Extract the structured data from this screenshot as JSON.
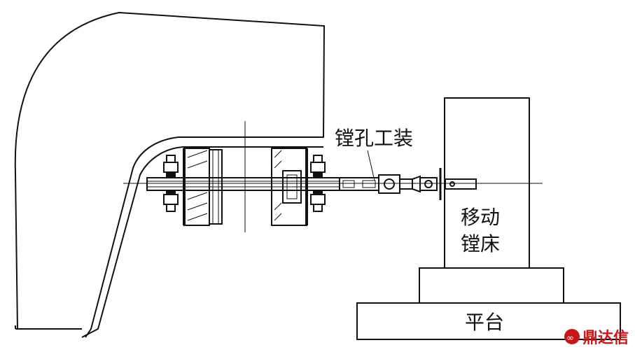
{
  "labels": {
    "boring_fixture": "镗孔工装",
    "mobile_boring_line1": "移动",
    "mobile_boring_line2": "镗床",
    "platform": "平台"
  },
  "watermark": {
    "text": "鼎达信",
    "color": "#c8161d"
  },
  "colors": {
    "line": "#111111",
    "background": "#ffffff"
  }
}
